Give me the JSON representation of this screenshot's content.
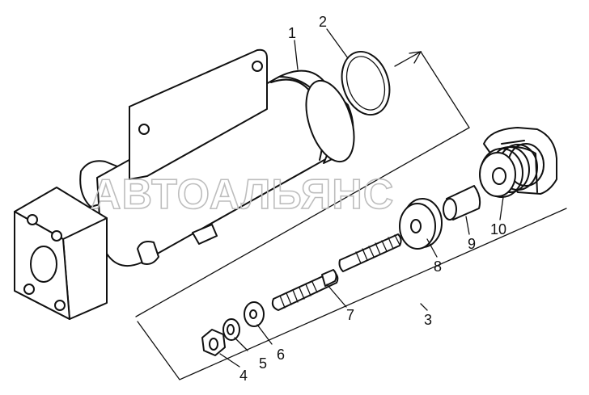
{
  "callouts": {
    "c1": "1",
    "c2": "2",
    "c3": "3",
    "c4": "4",
    "c5": "5",
    "c6": "6",
    "c7": "7",
    "c8": "8",
    "c9": "9",
    "c10": "10"
  },
  "watermark": "АВТОАЛЬЯНС"
}
